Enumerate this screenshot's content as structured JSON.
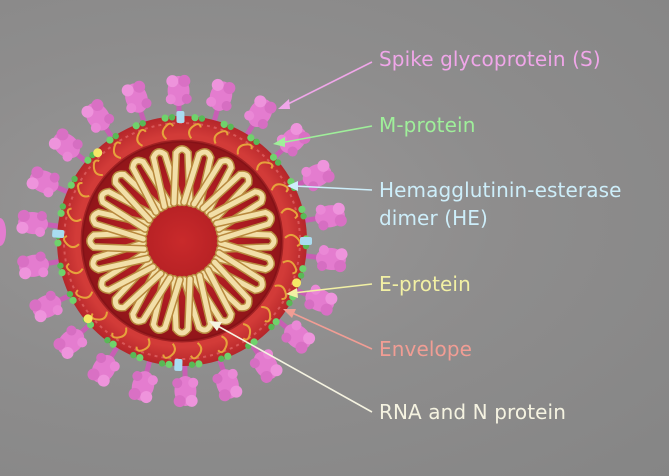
{
  "labels": {
    "spike": "Spike glycoprotein (S)",
    "m_protein": "M-protein",
    "he_line1": "Hemagglutinin-esterase",
    "he_line2": "dimer (HE)",
    "e_protein": "E-protein",
    "envelope": "Envelope",
    "rna": "RNA and N protein"
  },
  "colors": {
    "background": "#8a8a8a",
    "spike": "#e47ccf",
    "m_protein": "#6fd26c",
    "he": "#a9dcf0",
    "e_protein": "#f4e866",
    "envelope": "#c8312f",
    "rna": "#f2dfa8",
    "interior": "#b81e24"
  }
}
